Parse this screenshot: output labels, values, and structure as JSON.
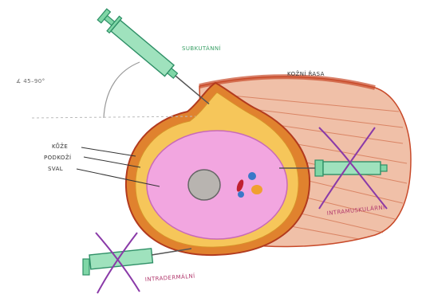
{
  "labels": {
    "subcutaneous": "SUBKUTÁNNÍ",
    "skin_fold": "KOŽNÍ ŘASA",
    "angle": "∡ 45–90°",
    "skin": "KŮŽE",
    "subcutis": "PODKOŽÍ",
    "muscle": "SVAL",
    "intramuscular": "INTRAMUSKULÁRNÍ",
    "intradermal": "INTRADERMÁLNÍ"
  },
  "colors": {
    "syringe": "#7fd6a6",
    "syringe_outline": "#2e8f66",
    "muscle_pink": "#f2a6e0",
    "subcutis_yellow": "#f6c65a",
    "skin_orange": "#e0822e",
    "skin_red": "#c84a2a",
    "cross": "#8a3aa8",
    "label_green": "#3aa066",
    "label_magenta": "#b23a6e",
    "text_dark": "#333333"
  }
}
